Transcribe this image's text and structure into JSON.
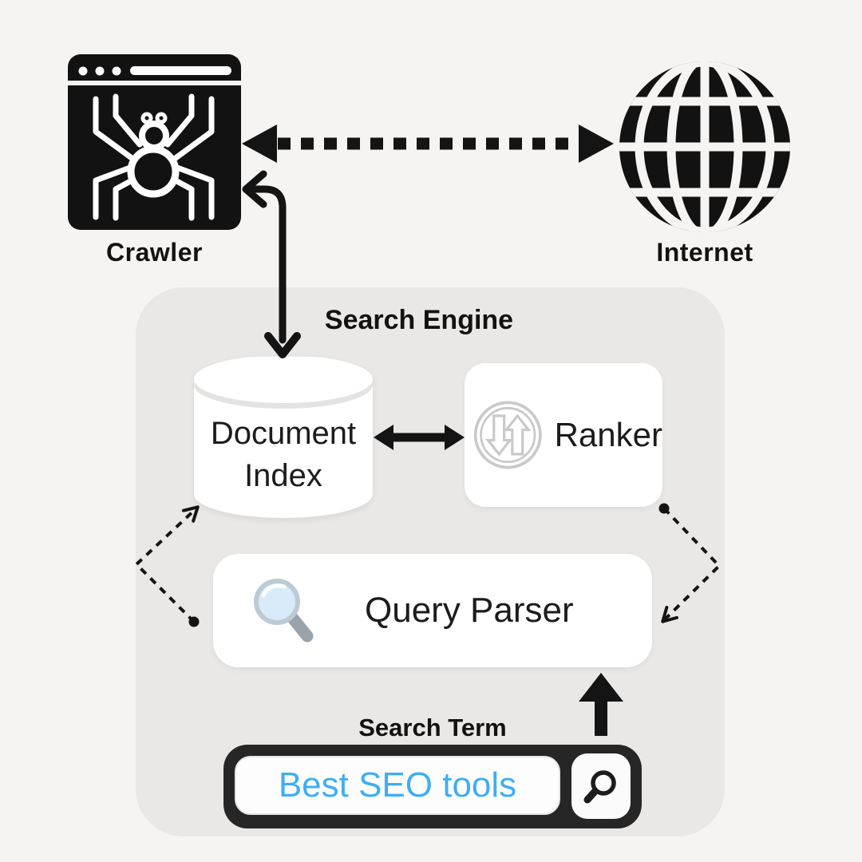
{
  "title": "Search Engine",
  "crawler": {
    "label": "Crawler",
    "icon": "spider-browser-icon"
  },
  "internet": {
    "label": "Internet",
    "icon": "globe-icon"
  },
  "document_index": {
    "line1": "Document",
    "line2": "Index",
    "shape": "database-cylinder"
  },
  "ranker": {
    "label": "Ranker",
    "icon": "sort-arrows-icon"
  },
  "query_parser": {
    "label": "Query Parser",
    "icon": "magnifier-icon"
  },
  "search": {
    "label": "Search Term",
    "value": "Best SEO tools",
    "button_icon": "search-icon"
  },
  "edges": [
    {
      "from": "Crawler",
      "to": "Internet",
      "style": "dotted",
      "arrows": "both"
    },
    {
      "from": "Crawler",
      "to": "Document Index",
      "style": "solid",
      "arrows": "both"
    },
    {
      "from": "Document Index",
      "to": "Ranker",
      "style": "solid",
      "arrows": "both"
    },
    {
      "from": "Query Parser",
      "to": "Document Index",
      "style": "dashed",
      "arrows": "end"
    },
    {
      "from": "Ranker",
      "to": "Query Parser",
      "style": "dashed",
      "arrows": "end"
    },
    {
      "from": "Search Term",
      "to": "Query Parser",
      "style": "solid",
      "arrows": "end"
    }
  ],
  "colors": {
    "background": "#f5f4f2",
    "container": "#e9e8e6",
    "node_fill": "#ffffff",
    "ink": "#141414",
    "ranker_icon": "#c9c9c9",
    "search_text": "#3eaef4",
    "searchbar_frame": "#262626"
  }
}
